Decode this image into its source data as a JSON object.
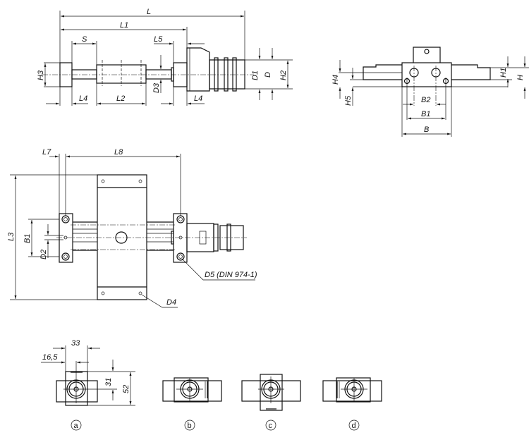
{
  "side_view": {
    "L": "L",
    "L1": "L1",
    "S": "S",
    "L5": "L5",
    "H3": "H3",
    "D3": "D3",
    "L4_left": "L4",
    "L2": "L2",
    "L4_right": "L4",
    "D1": "D1",
    "D": "D",
    "H2": "H2"
  },
  "end_view": {
    "H4": "H4",
    "H5": "H5",
    "H1": "H1",
    "H": "H",
    "B2": "B2",
    "B1": "B1",
    "B": "B"
  },
  "top_view": {
    "L7": "L7",
    "L8": "L8",
    "L3": "L3",
    "B1": "B1",
    "D2": "D2",
    "D5": "D5 (DIN 974-1)",
    "D4": "D4"
  },
  "variants": {
    "dim_33": "33",
    "dim_16_5": "16,5",
    "dim_31": "31",
    "dim_52": "52",
    "labels": [
      "a",
      "b",
      "c",
      "d"
    ]
  }
}
